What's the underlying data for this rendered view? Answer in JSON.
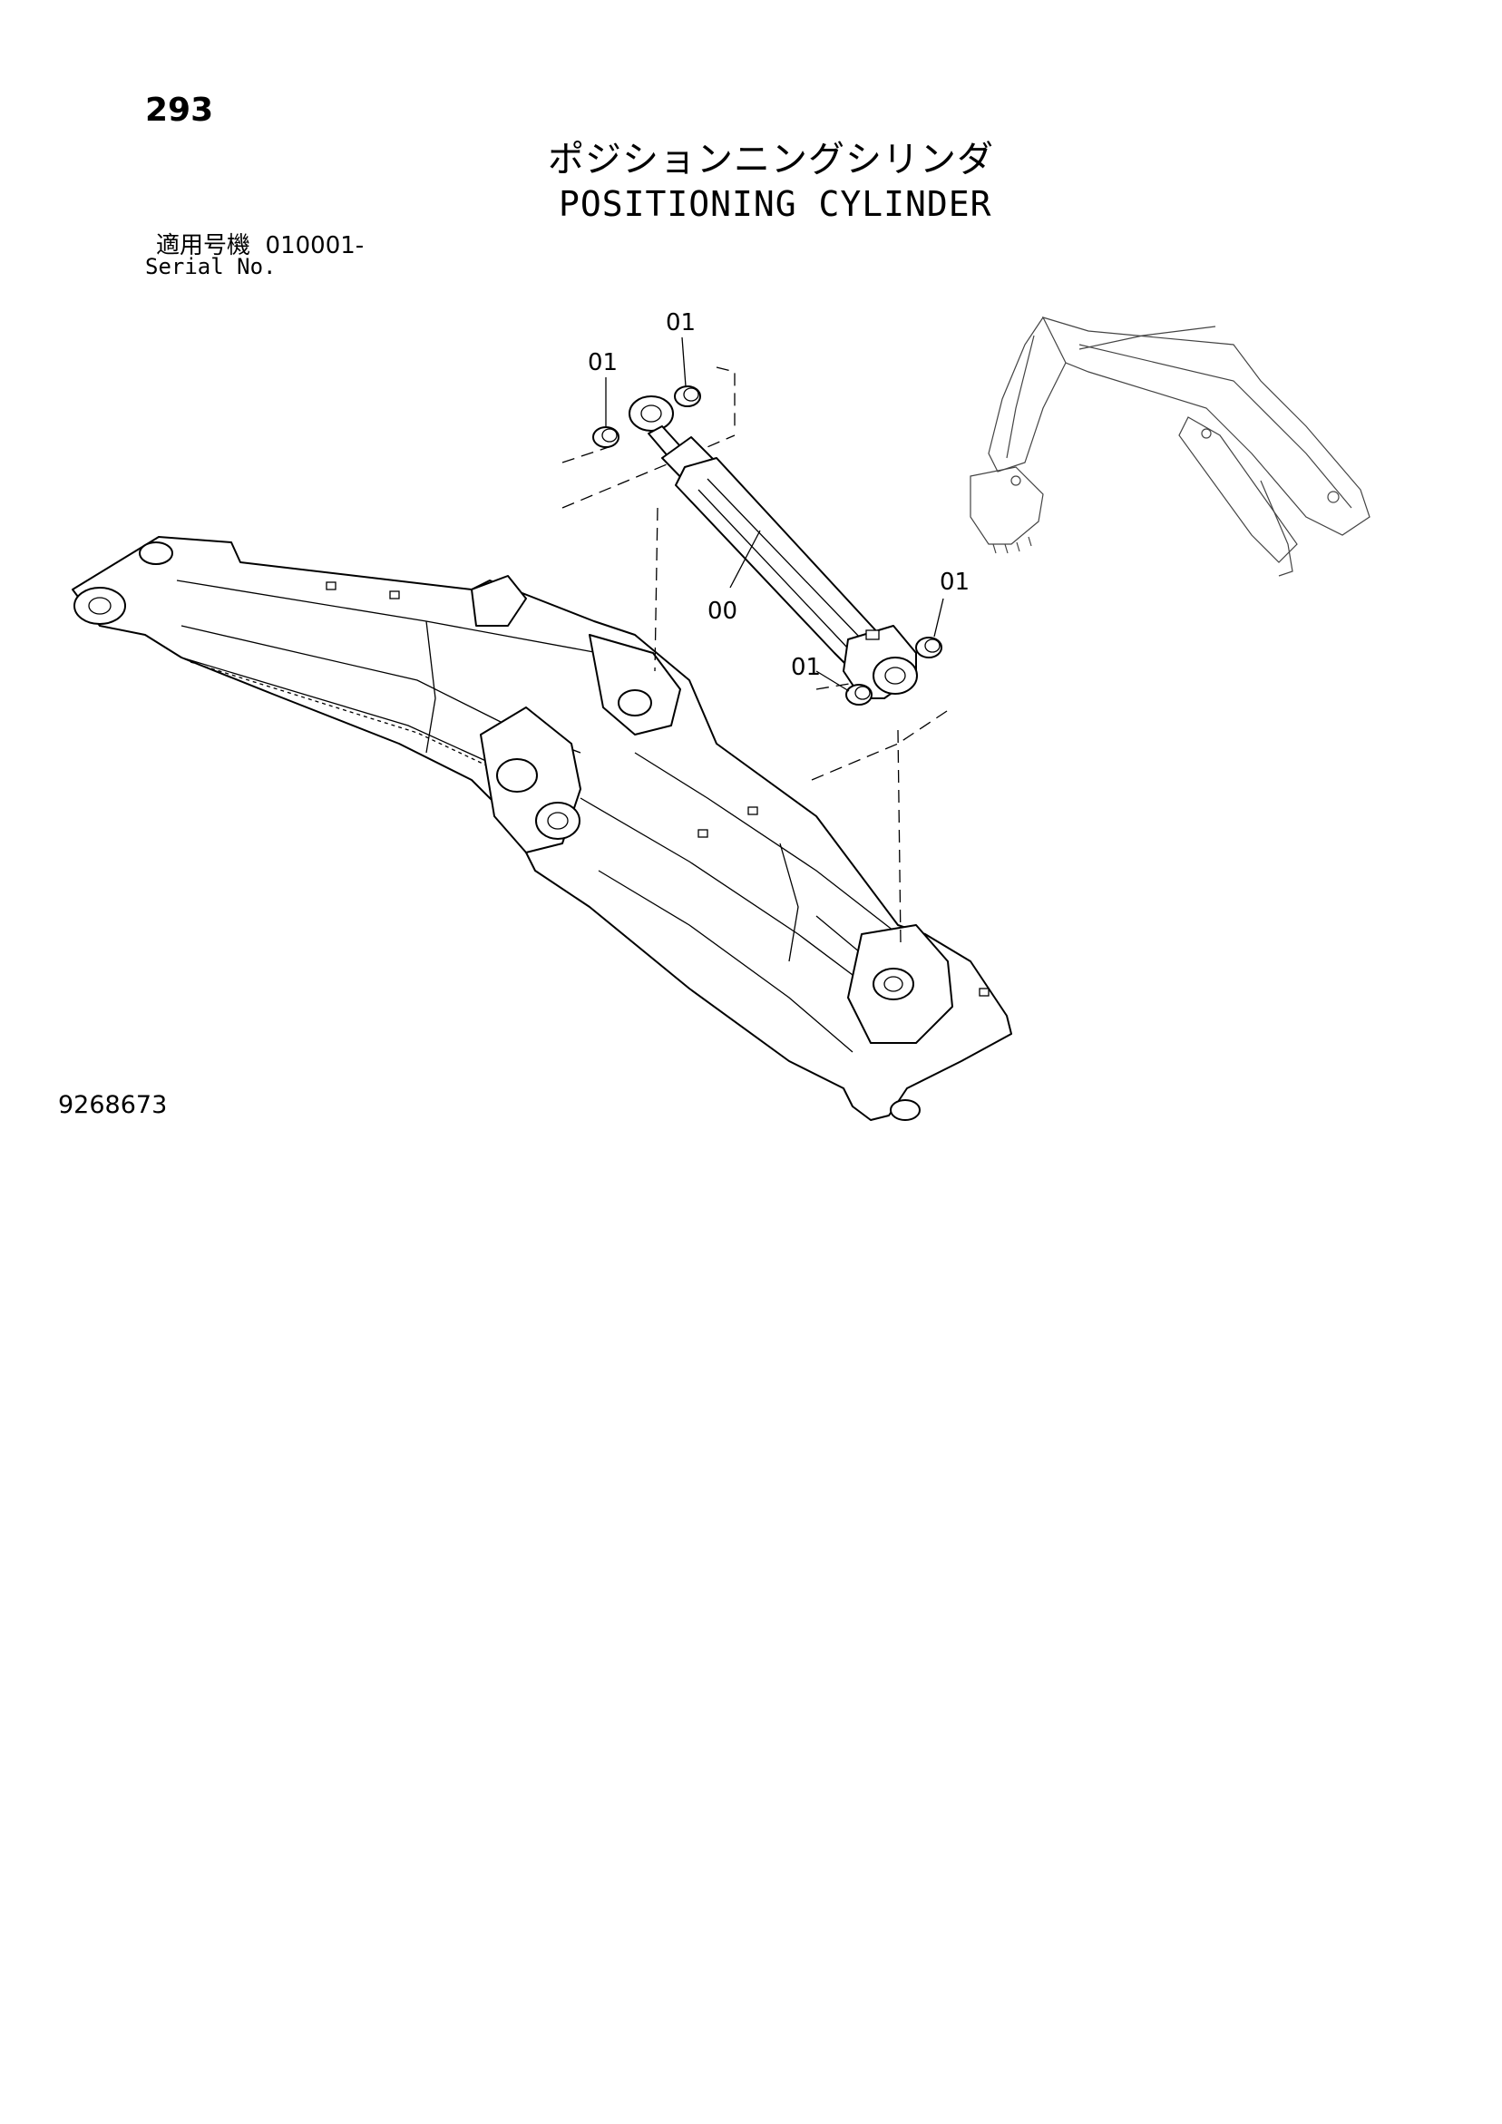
{
  "page_number": "293",
  "title_jp": "ポジションニングシリンダ",
  "title_en": "POSITIONING CYLINDER",
  "serial": {
    "label_jp": "適用号機",
    "value": "010001-",
    "label_en": "Serial No."
  },
  "drawing_number": "9268673",
  "callouts": {
    "bushing_top_left": "01",
    "bushing_top_right": "01",
    "cylinder": "00",
    "bushing_bottom_right": "01",
    "bushing_bottom_left": "01"
  }
}
